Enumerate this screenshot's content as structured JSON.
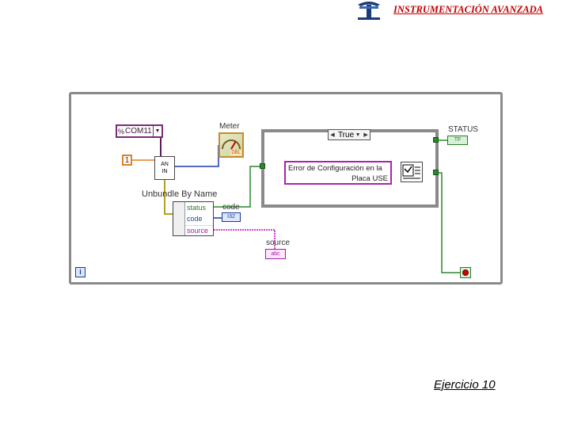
{
  "header": {
    "title": "INSTRUMENTACIÓN AVANZADA"
  },
  "diagram": {
    "com_control": {
      "icon": "io-resource-icon",
      "value": "COM11"
    },
    "numeric_constant": "1",
    "anin_node": {
      "line1": "AN",
      "line2": "IN"
    },
    "meter": {
      "label": "Meter",
      "type_badge": "DBL"
    },
    "unbundle": {
      "label": "Unbundle By Name",
      "fields": [
        "status",
        "code",
        "source"
      ]
    },
    "code_indicator": {
      "label": "code",
      "badge": "I32"
    },
    "source_indicator": {
      "label": "source",
      "badge": "abc"
    },
    "case_structure": {
      "selector_value": "True"
    },
    "error_string": {
      "line1": "Error de Configuración en la",
      "line2": "Placa USE"
    },
    "status_indicator": {
      "label": "STATUS",
      "badge": "TF"
    },
    "iteration_terminal": "i",
    "colors": {
      "boolean_wire": "#2a8a2a",
      "numeric_wire": "#1a3ab0",
      "string_wire": "#d040d0",
      "frame": "#8a8a8a"
    }
  },
  "footer": {
    "text": "Ejercicio 10"
  }
}
